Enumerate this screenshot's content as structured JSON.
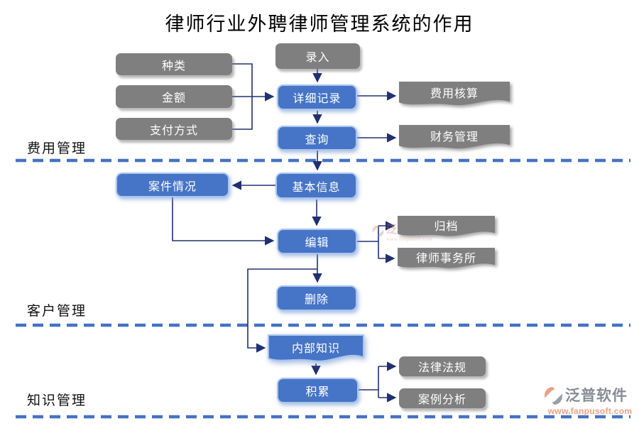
{
  "title": "律师行业外聘律师管理系统的作用",
  "sections": {
    "fee": "费用管理",
    "customer": "客户管理",
    "knowledge": "知识管理"
  },
  "nodes": {
    "type": {
      "label": "种类"
    },
    "amount": {
      "label": "金额"
    },
    "payment_method": {
      "label": "支付方式"
    },
    "entry": {
      "label": "录入"
    },
    "detailed_record": {
      "label": "详细记录"
    },
    "query": {
      "label": "查询"
    },
    "fee_accounting": {
      "label": "费用核算"
    },
    "financial_management": {
      "label": "财务管理"
    },
    "case_situation": {
      "label": "案件情况"
    },
    "basic_info": {
      "label": "基本信息"
    },
    "edit": {
      "label": "编辑"
    },
    "archive": {
      "label": "归档"
    },
    "law_firm": {
      "label": "律师事务所"
    },
    "delete": {
      "label": "删除"
    },
    "internal_knowledge": {
      "label": "内部知识"
    },
    "accumulate": {
      "label": "积累"
    },
    "laws_regulations": {
      "label": "法律法规"
    },
    "case_analysis": {
      "label": "案例分析"
    }
  },
  "edges": [
    {
      "from": "种类",
      "to": "详细记录"
    },
    {
      "from": "金额",
      "to": "详细记录"
    },
    {
      "from": "支付方式",
      "to": "详细记录"
    },
    {
      "from": "录入",
      "to": "详细记录"
    },
    {
      "from": "详细记录",
      "to": "查询"
    },
    {
      "from": "详细记录",
      "to": "费用核算"
    },
    {
      "from": "查询",
      "to": "财务管理"
    },
    {
      "from": "查询",
      "to": "基本信息"
    },
    {
      "from": "基本信息",
      "to": "案件情况"
    },
    {
      "from": "基本信息",
      "to": "编辑"
    },
    {
      "from": "案件情况",
      "to": "编辑"
    },
    {
      "from": "编辑",
      "to": "归档"
    },
    {
      "from": "编辑",
      "to": "律师事务所"
    },
    {
      "from": "编辑",
      "to": "删除"
    },
    {
      "from": "编辑",
      "to": "内部知识"
    },
    {
      "from": "内部知识",
      "to": "积累"
    },
    {
      "from": "积累",
      "to": "法律法规"
    },
    {
      "from": "积累",
      "to": "案例分析"
    }
  ],
  "watermark": {
    "brand": "泛普软件",
    "url": "www.fanpusoft.com"
  },
  "logo": {
    "brand": "泛普软件",
    "url": "www.fanpusoft.com"
  },
  "colors": {
    "node_blue": "#4674C6",
    "node_blue_border": "#A9C5EC",
    "node_gray": "#7F7F7F",
    "connector": "#203070",
    "divider": "#4472C4",
    "brand_gray": "#878D96",
    "brand_orange": "#EF9F83"
  }
}
